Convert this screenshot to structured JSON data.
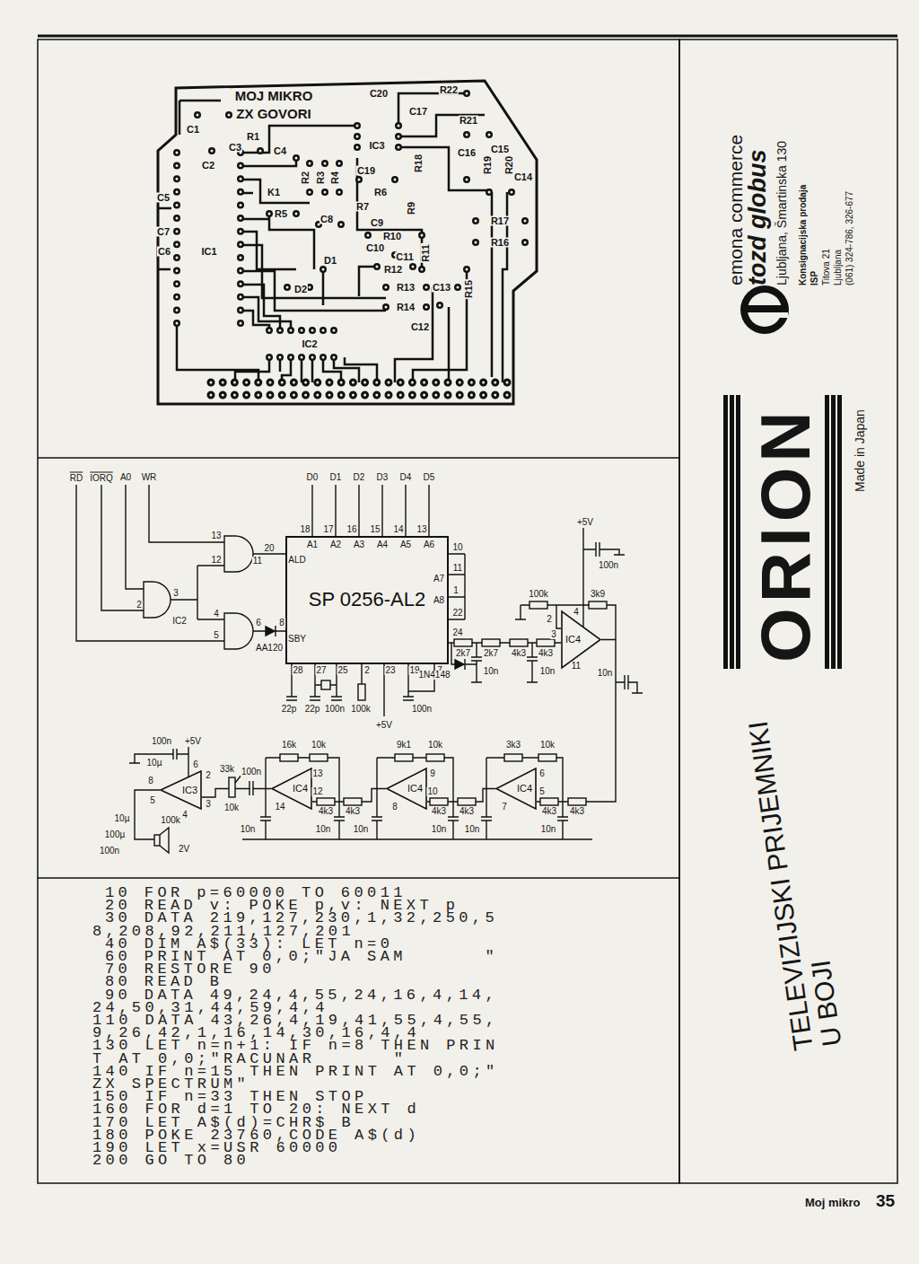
{
  "diagram": {
    "nodes": [
      {
        "text": [
          "SP 0256-AL2"
        ]
      },
      {
        "text": [
          "IC4"
        ]
      },
      {
        "text": [
          "IC3"
        ]
      },
      {
        "text": [
          "IC4"
        ]
      },
      {
        "text": [
          "IC4"
        ]
      },
      {
        "text": [
          "IC4"
        ]
      }
    ],
    "edges": [
      {
        "from": 0,
        "to": 1,
        "arrow": "none"
      },
      {
        "from": 1,
        "to": 5,
        "arrow": "none"
      },
      {
        "from": 5,
        "to": 4,
        "arrow": "none"
      },
      {
        "from": 4,
        "to": 3,
        "arrow": "none"
      },
      {
        "from": 3,
        "to": 2,
        "arrow": "none"
      }
    ],
    "labels": [
      "MOJ MIKRO",
      "ZX GOVORI",
      "C20",
      "C17",
      "R22",
      "R21",
      "C1",
      "R1",
      "C3",
      "C4",
      "C2",
      "IC3",
      "C16",
      "C15",
      "C14",
      "R19",
      "R20",
      "R18",
      "C19",
      "K1",
      "R2",
      "R3",
      "R4",
      "C5",
      "R6",
      "R7",
      "R9",
      "R5",
      "C8",
      "C9",
      "R17",
      "C7",
      "C6",
      "R10",
      "R16",
      "C10",
      "C11",
      "R11",
      "IC1",
      "D1",
      "R12",
      "R13",
      "C13",
      "R15",
      "D2",
      "R14",
      "C12",
      "IC2",
      "RD",
      "IORQ",
      "A0",
      "WR",
      "D0",
      "D1",
      "D2",
      "D3",
      "D4",
      "D5",
      "18",
      "17",
      "16",
      "15",
      "14",
      "13",
      "A1",
      "A2",
      "A3",
      "A4",
      "A5",
      "A6",
      "A7",
      "A8",
      "10",
      "11",
      "1",
      "22",
      "24",
      "20",
      "ALD",
      "8",
      "SBY",
      "28",
      "27",
      "25",
      "2",
      "23",
      "19",
      "7",
      "13",
      "12",
      "11",
      "3",
      "2",
      "IC2",
      "4",
      "5",
      "6",
      "AA120",
      "22p",
      "22p",
      "100n",
      "100k",
      "+5V",
      "100n",
      "+5V",
      "100n",
      "100k",
      "3k9",
      "4",
      "2",
      "3",
      "11",
      "2k7",
      "2k7",
      "4k3",
      "4k3",
      "1N4148",
      "10n",
      "10n",
      "10n",
      "100n",
      "+5V",
      "10µ",
      "6",
      "2",
      "8",
      "5",
      "3",
      "4",
      "33k",
      "100n",
      "10k",
      "16k",
      "10k",
      "14",
      "13",
      "12",
      "4k3",
      "4k3",
      "10n",
      "10n",
      "9k1",
      "10k",
      "8",
      "9",
      "10",
      "4k3",
      "4k3",
      "10n",
      "10n",
      "3k3",
      "10k",
      "7",
      "6",
      "5",
      "4k3",
      "4k3",
      "10n",
      "10n",
      "10µ",
      "100k",
      "100µ",
      "100n",
      "2V",
      "10 FOR p=60000 TO 60011",
      "20 READ v: POKE p,v: NEXT p",
      "30 DATA 219,127,230,1,32,250,5",
      "8,208,92,211,127,201",
      "40 DIM A$(33): LET n=0",
      "60 PRINT AT 0,0;\"JA SAM      \"",
      "70 RESTORE 90",
      "80 READ B",
      "90 DATA 49,24,4,55,24,16,4,14,",
      "24,50,31,44,59,4,4",
      "110 DATA 43,26,4,19,41,55,4,55,",
      "9,26,42,1,16,14,30,16,4,4",
      "130 LET n=n+1: IF n=8 THEN PRIN",
      "T AT 0,0;\"RACUNAR      \"",
      "140 IF n=15 THEN PRINT AT 0,0;\"",
      "ZX SPECTRUM\"",
      "150 IF n=33 THEN STOP",
      "160 FOR d=1 TO 20: NEXT d",
      "170 LET A$(d)=CHR$ B",
      "180 POKE 23760,CODE A$(d)",
      "190 LET x=USR 60000",
      "200 GO TO 80",
      "emona commerce",
      "tozd globus",
      "Ljubljana, Šmartinska 130",
      "Konsignacijska prodaja",
      "ISP",
      "Titova 21",
      "Ljubljana",
      "(061) 324-786, 326-677",
      "ORION",
      "Made in Japan",
      "TELEVIZIJSKI PRIJEMNIKI U BOJI",
      "Moj mikro",
      "35"
    ]
  }
}
